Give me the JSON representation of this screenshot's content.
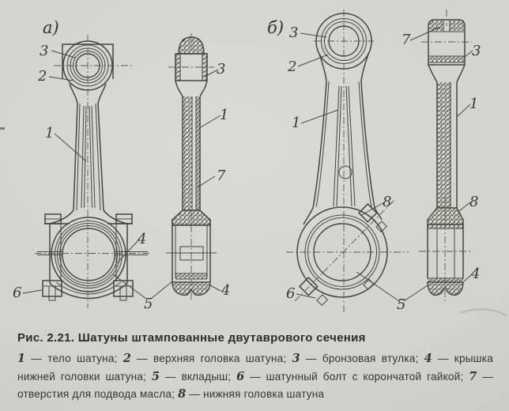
{
  "figure": {
    "panel_labels": {
      "a": "а)",
      "b": "б)"
    },
    "nums": {
      "1": "1",
      "2": "2",
      "3": "3",
      "4": "4",
      "5": "5",
      "6": "6",
      "7": "7",
      "8": "8"
    }
  },
  "caption": {
    "title": "Рис. 2.21. Шатуны штампованные двутаврового сечения",
    "dash": "—",
    "sep": ";",
    "legend": [
      {
        "num": "1",
        "label": "тело шатуна"
      },
      {
        "num": "2",
        "label": "верхняя головка шатуна"
      },
      {
        "num": "3",
        "label": "бронзовая втулка"
      },
      {
        "num": "4",
        "label": "крышка нижней головки шатуна"
      },
      {
        "num": "5",
        "label": "вкладыш"
      },
      {
        "num": "6",
        "label": "шатунный болт с корончатой гайкой"
      },
      {
        "num": "7",
        "label": "отверстия для подвода масла"
      },
      {
        "num": "8",
        "label": "нижняя головка шатуна"
      }
    ]
  }
}
